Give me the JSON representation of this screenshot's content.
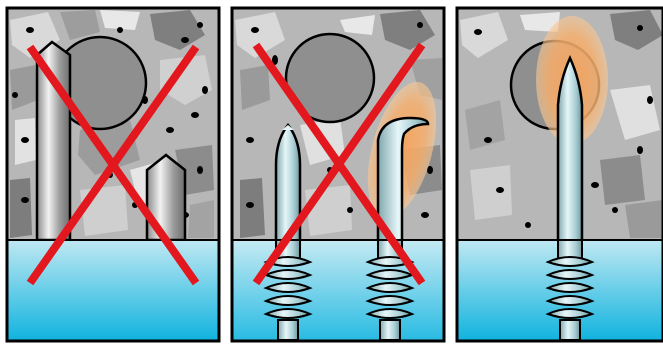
{
  "figure": {
    "panel_count": 3,
    "panels": [
      {
        "id": "panel-1",
        "marked_wrong": true,
        "tools": [
          "straight-flat-chisel-shaft-tall",
          "straight-flat-chisel-shaft-short"
        ],
        "heat_glow": false
      },
      {
        "id": "panel-2",
        "marked_wrong": true,
        "tools": [
          "pointed-screw-anchor",
          "bent-tip-screw-anchor"
        ],
        "heat_glow": true
      },
      {
        "id": "panel-3",
        "marked_wrong": false,
        "tools": [
          "pointed-screw-anchor-centered"
        ],
        "heat_glow": true
      }
    ],
    "colors": {
      "concrete": "#b4b4b4",
      "water_top": "#b9e6f0",
      "water_bottom": "#12b4e0",
      "cross": "#e3171e",
      "glow": "#f5a55a",
      "steel": "#bfe0e6",
      "rebar": "#8e8e8e"
    }
  }
}
